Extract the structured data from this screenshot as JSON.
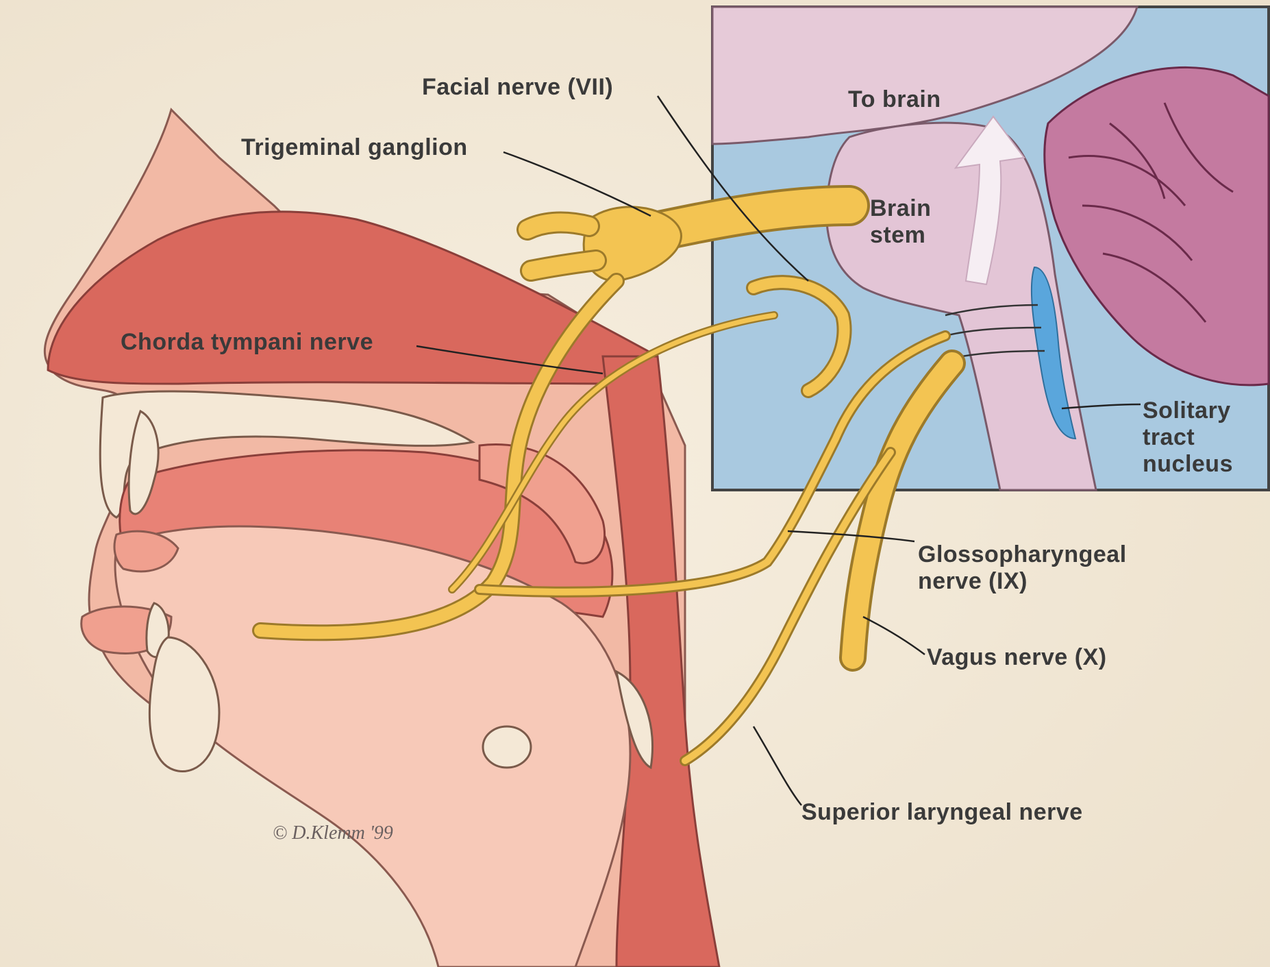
{
  "colors": {
    "background": "#f3ead9",
    "skin": "#f2b9a5",
    "tissue_dark": "#d9685d",
    "nerve": "#f3c452",
    "inset_bg": "#a9c9e0",
    "brain": "#e3c5d6",
    "cerebellum": "#c47aa0",
    "nucleus": "#5aa6dc"
  },
  "labels": {
    "facial_nerve": "Facial nerve (VII)",
    "trigeminal_ganglion": "Trigeminal ganglion",
    "chorda_tympani": "Chorda tympani nerve",
    "to_brain": "To brain",
    "brain_stem": "Brain\nstem",
    "solitary_tract": "Solitary\ntract\nnucleus",
    "glossopharyngeal": "Glossopharyngeal\n   nerve (IX)",
    "vagus": "Vagus nerve (X)",
    "superior_laryngeal": "Superior laryngeal nerve",
    "credit": "© D.Klemm '99"
  }
}
